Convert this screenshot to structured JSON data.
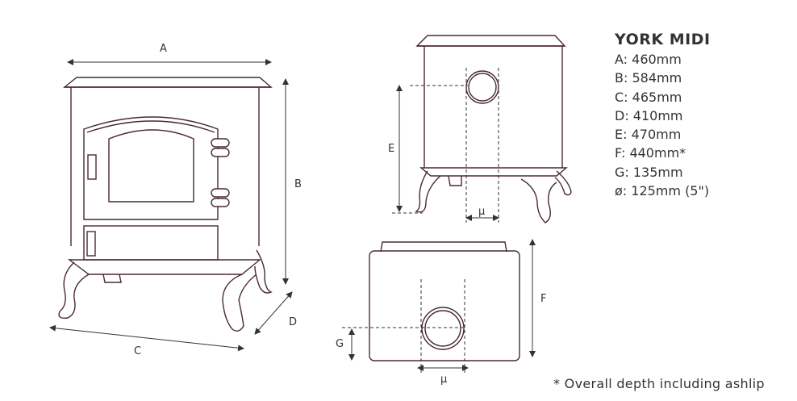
{
  "labels": {
    "A": "A",
    "B": "B",
    "C": "C",
    "D": "D",
    "E": "E",
    "F": "F",
    "G": "G",
    "mu_side": "μ",
    "mu_top": "μ"
  },
  "specs": {
    "title": "YORK MIDI",
    "lines": [
      "A: 460mm",
      "B: 584mm",
      "C: 465mm",
      "D: 410mm",
      "E: 470mm",
      "F: 440mm*",
      "G: 135mm",
      "ø: 125mm (5\")"
    ]
  },
  "footnote": "* Overall depth including ashlip"
}
